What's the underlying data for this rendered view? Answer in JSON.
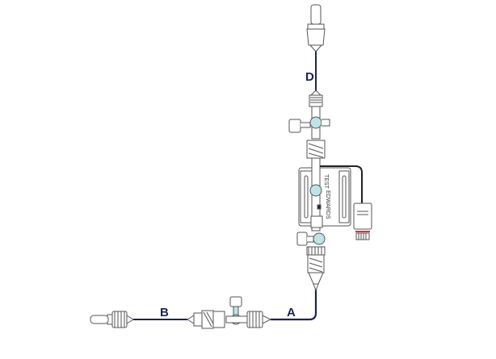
{
  "labels": {
    "a": "A",
    "b": "B",
    "d": "D"
  },
  "transducer": {
    "brand": "EDWARDS",
    "test": "TEST"
  },
  "colors": {
    "tubing": "#1c2452",
    "label": "#1c2452",
    "outline": "#555555",
    "fluid": "#bfe3e6",
    "cable": "#222222",
    "connector_band": "#d9333a"
  }
}
